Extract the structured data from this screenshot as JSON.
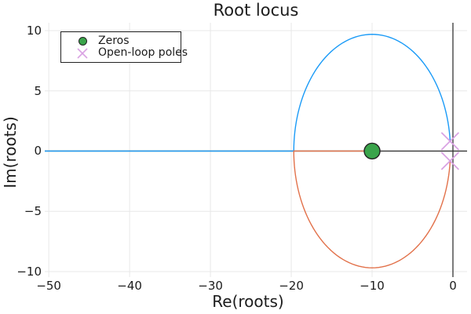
{
  "title": "Root locus",
  "axes": {
    "xlabel": "Re(roots)",
    "ylabel": "Im(roots)",
    "x_tick_labels": [
      "−50",
      "−40",
      "−30",
      "−20",
      "−10",
      "0"
    ],
    "y_tick_labels": [
      "−10",
      "−5",
      "0",
      "5",
      "10"
    ]
  },
  "legend": {
    "items": [
      {
        "label": "Zeros",
        "marker": "filled-circle"
      },
      {
        "label": "Open-loop poles",
        "marker": "x-cross"
      }
    ]
  },
  "colors": {
    "branch1": "#1b9bf7",
    "branch2": "#e2714a",
    "zeros": "#3aa44b",
    "zeros_edge": "#222222",
    "poles": "#d9a2e3",
    "grid": "#e8e8e8",
    "axis_line": "#363636",
    "text": "#1c1c1c"
  },
  "chart_data": {
    "type": "line",
    "title": "Root locus",
    "xlabel": "Re(roots)",
    "ylabel": "Im(roots)",
    "xlim": [
      -50.5,
      1.75
    ],
    "ylim": [
      -10.46,
      10.65
    ],
    "x_ticks": [
      -50,
      -40,
      -30,
      -20,
      -10,
      0
    ],
    "y_ticks": [
      -10,
      -5,
      0,
      5,
      10
    ],
    "grid": true,
    "legend_position": "top-left",
    "zeros": [
      [
        -10,
        0
      ]
    ],
    "open_loop_poles": [
      [
        -0.35,
        0.82
      ],
      [
        -0.35,
        -0.82
      ]
    ],
    "locus_circle": {
      "center": [
        -10,
        0
      ],
      "radius": 9.69
    },
    "break_in_point": -19.69,
    "zero_axis_lines": {
      "vertical_at_re": 0,
      "horizontal_at_im": 0
    },
    "series": [
      {
        "name": "locus-branch-upper",
        "color_key": "branch1",
        "description": "real axis from -50.5 to break-in point -19.69, then upper semicircle of locus circle ending at pole -0.35+0.82i"
      },
      {
        "name": "locus-branch-lower",
        "color_key": "branch2",
        "description": "real axis from zero -10 to break-in point -19.69, then lower semicircle of locus circle ending at pole -0.35-0.82i"
      }
    ]
  }
}
